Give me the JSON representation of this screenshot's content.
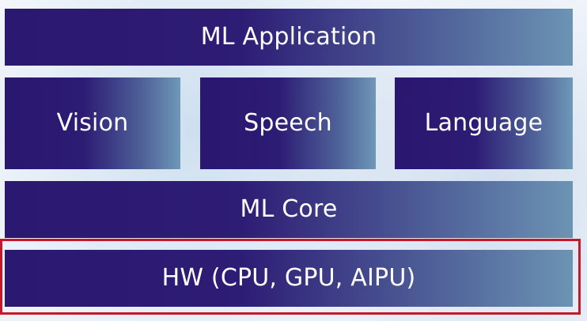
{
  "diagram": {
    "layers": {
      "application": "ML Application",
      "vision": "Vision",
      "speech": "Speech",
      "language": "Language",
      "core": "ML Core",
      "hardware": "HW (CPU, GPU, AIPU)"
    },
    "accent": {
      "box_start": "#2b1870",
      "box_end": "#6c93b4",
      "highlight_border": "#c6182a"
    }
  }
}
